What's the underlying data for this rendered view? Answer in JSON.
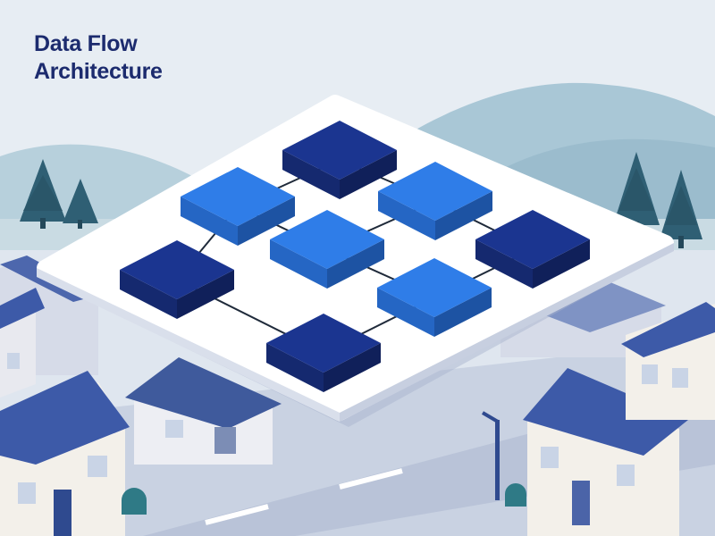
{
  "title": {
    "line1": "Data Flow",
    "line2": "Architecture"
  },
  "colors": {
    "sky": "#e7edf3",
    "hills": "#a9c7d6",
    "trees": "#2f5f74",
    "platform": "#ffffff",
    "node_dark": "#1b3590",
    "node_light": "#2f7de8",
    "connector": "#1f2a3a",
    "roof": "#3d5aa8",
    "wall": "#f3f0ea",
    "title": "#1c2b6e"
  },
  "diagram": {
    "nodes": [
      {
        "id": "node-top",
        "tone": "dark"
      },
      {
        "id": "node-upper-left",
        "tone": "light"
      },
      {
        "id": "node-upper-right",
        "tone": "light"
      },
      {
        "id": "node-center",
        "tone": "light"
      },
      {
        "id": "node-left",
        "tone": "dark"
      },
      {
        "id": "node-right",
        "tone": "dark"
      },
      {
        "id": "node-lower-right",
        "tone": "light"
      },
      {
        "id": "node-bottom",
        "tone": "dark"
      }
    ],
    "edges": [
      {
        "from": "node-top",
        "to": "node-upper-left"
      },
      {
        "from": "node-top",
        "to": "node-upper-right"
      },
      {
        "from": "node-upper-left",
        "to": "node-center"
      },
      {
        "from": "node-upper-right",
        "to": "node-center"
      },
      {
        "from": "node-upper-right",
        "to": "node-right"
      },
      {
        "from": "node-upper-left",
        "to": "node-left"
      },
      {
        "from": "node-center",
        "to": "node-lower-right"
      },
      {
        "from": "node-right",
        "to": "node-lower-right"
      },
      {
        "from": "node-left",
        "to": "node-bottom"
      },
      {
        "from": "node-lower-right",
        "to": "node-bottom"
      }
    ]
  },
  "icons": [
    "pine-tree-icon",
    "house-icon",
    "street-lamp-icon"
  ]
}
